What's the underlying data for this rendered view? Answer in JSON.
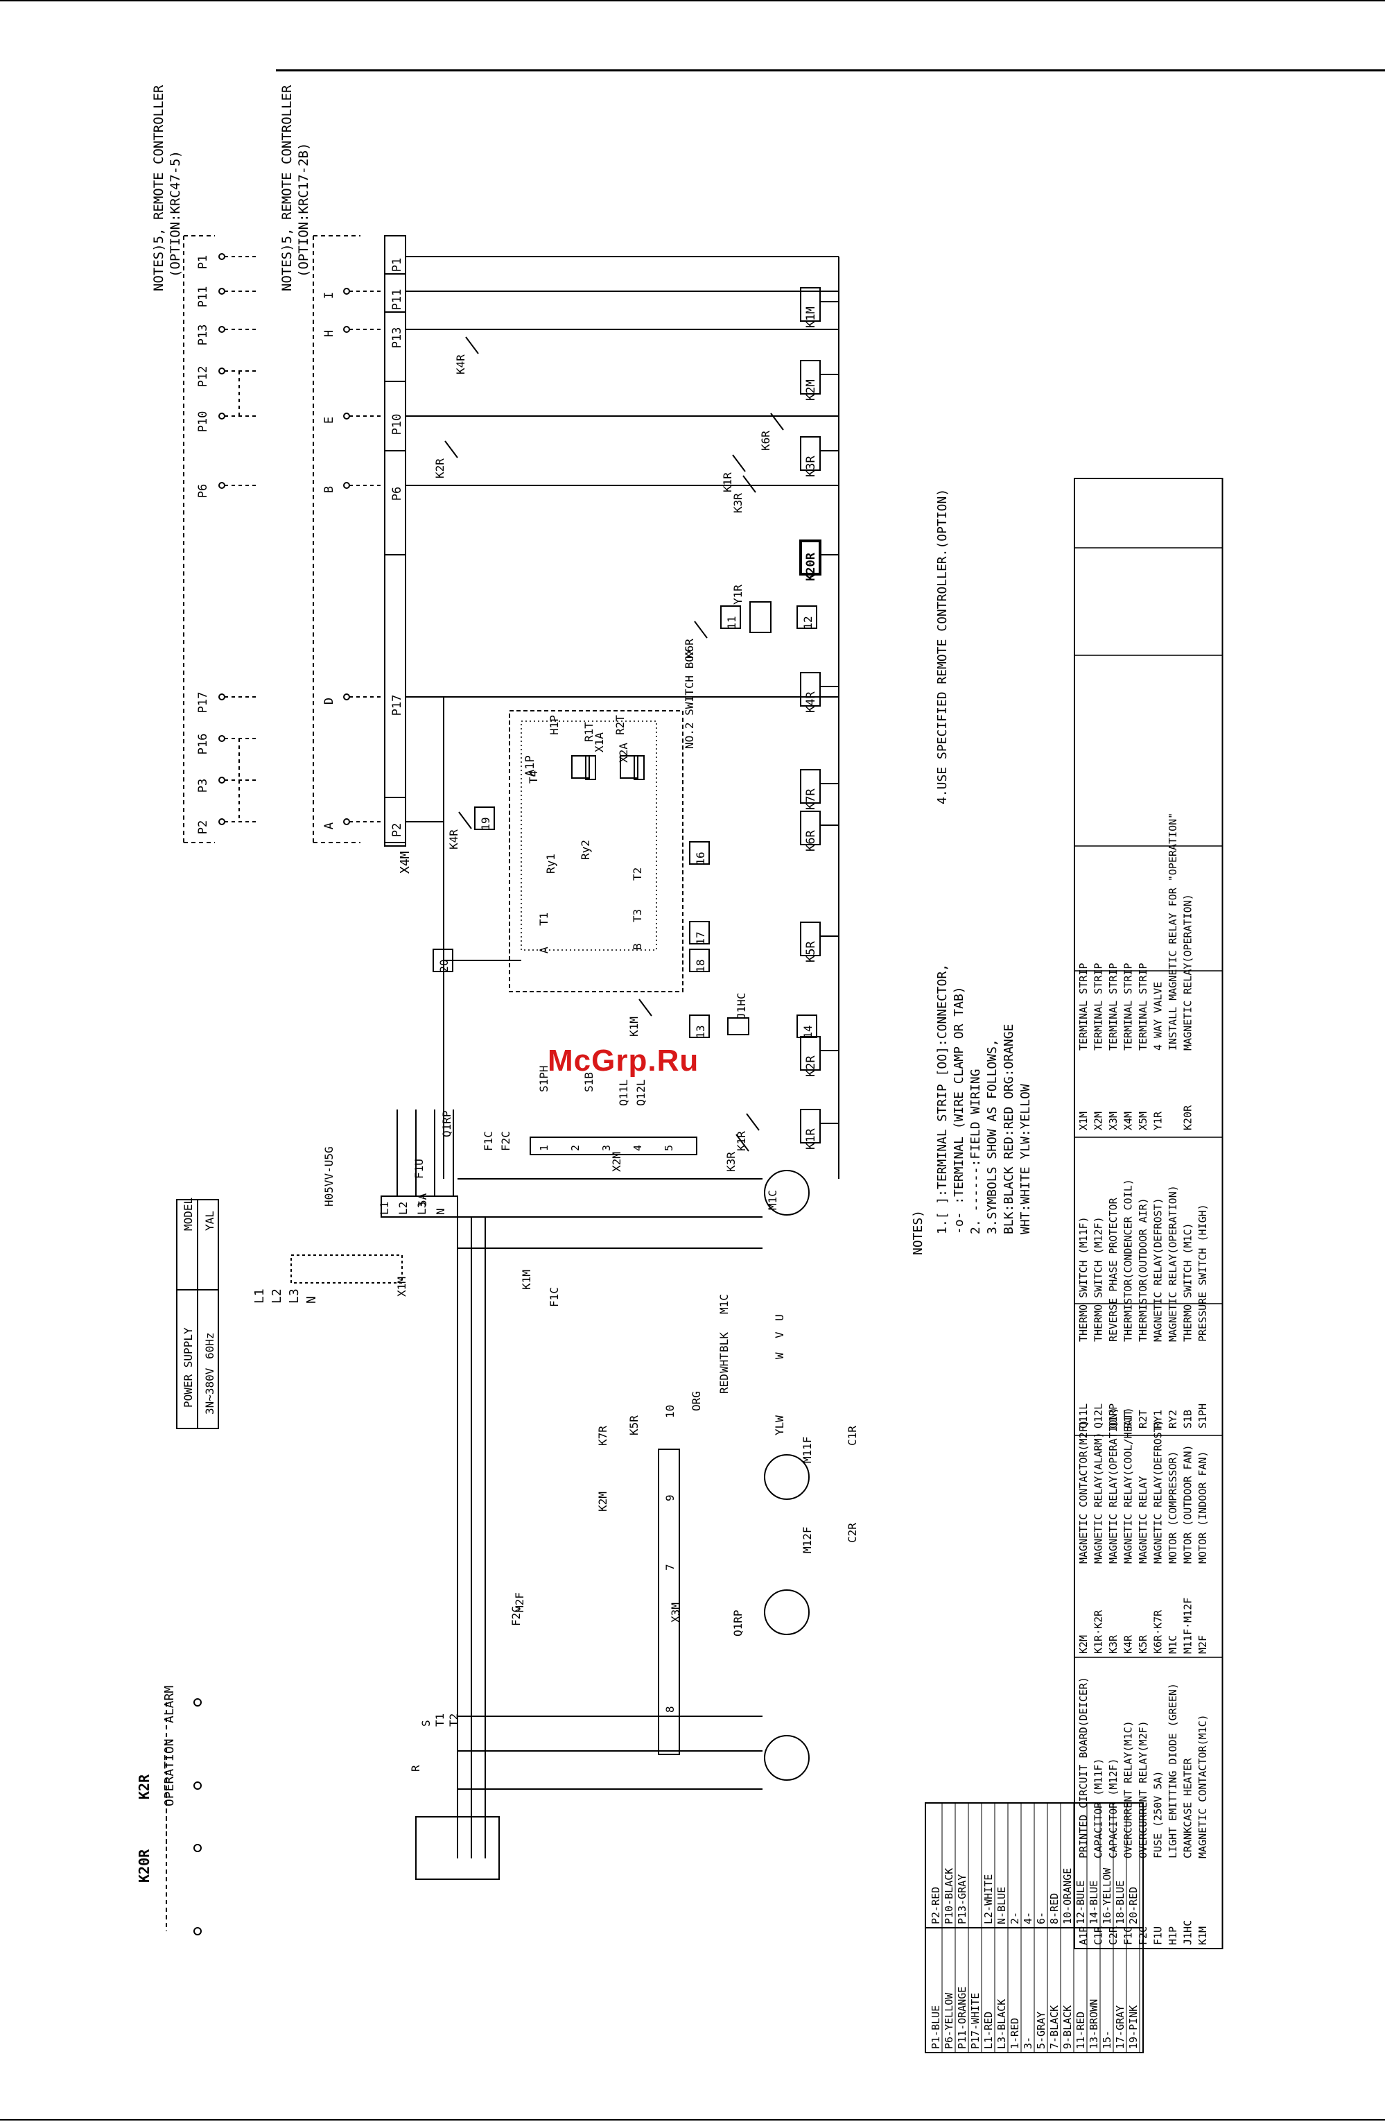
{
  "watermark": "McGrp.Ru",
  "diagram": {
    "remote_controller_notes": [
      {
        "line1": "NOTES)5, REMOTE CONTROLLER",
        "line2": "(OPTION:KRC47-5)"
      },
      {
        "line1": "NOTES)5, REMOTE CONTROLLER",
        "line2": "(OPTION:KRC17-2B)"
      }
    ],
    "remote_terminals_a": [
      "P2",
      "P3",
      "P16",
      "P17",
      "P6",
      "P10",
      "P12",
      "P13",
      "P11",
      "P1"
    ],
    "remote_terminals_b": [
      "A",
      "D",
      "B",
      "E",
      "H",
      "I"
    ],
    "x4m_strip": [
      "P2",
      "P17",
      "P6",
      "P10",
      "P13",
      "P11",
      "P1"
    ],
    "x4m_label": "X4M",
    "relay_labels": [
      "K1M",
      "K2M",
      "K3R",
      "K20R",
      "K4R",
      "K7R",
      "K6R",
      "K5R",
      "K2R",
      "K1R"
    ],
    "contact_labels": [
      "K4R",
      "K2R",
      "K1R",
      "K3R",
      "K6R",
      "K6R",
      "K4R",
      "K1M",
      "K3R",
      "K1R"
    ],
    "terminal_numbers": [
      "11",
      "12",
      "19",
      "16",
      "17",
      "18",
      "20",
      "13",
      "14"
    ],
    "pcb": {
      "label": "A1P",
      "switchbox": "NO.2 SWITCH BOX",
      "items": [
        "H1P",
        "T4",
        "X1A",
        "X2A",
        "R1T",
        "R2T",
        "Ry1",
        "Ry2",
        "T1",
        "T2",
        "T3",
        "A",
        "B"
      ]
    },
    "misc_labels": [
      "Y1R",
      "J1HC",
      "Q1RP",
      "F1C",
      "F2C",
      "S1PH",
      "S1B",
      "Q11L",
      "Q12L",
      "X2M",
      "F1U",
      "5A",
      "H05VV-U5G",
      "X1M",
      "K1M",
      "F1C",
      "M1C",
      "BLK",
      "WHT",
      "RED",
      "U",
      "V",
      "W",
      "X3M",
      "M11F",
      "M12F",
      "C1R",
      "C2R",
      "ORG",
      "YLW",
      "K7R",
      "K5R",
      "K2M",
      "F2C",
      "M2F",
      "Q1RP",
      "R",
      "S",
      "T1",
      "T2"
    ],
    "supply_terminals": [
      "L1",
      "L2",
      "L3",
      "N"
    ],
    "supply_lines": [
      "L1",
      "L2",
      "L3",
      "N"
    ],
    "x3m_terminals": [
      "8",
      "7",
      "9",
      "10"
    ],
    "x2m_terminals": [
      "1",
      "2",
      "3",
      "4",
      "5"
    ],
    "motor_label_m1c": "M1C",
    "outputs": [
      {
        "relay": "K20R",
        "label": "OPERATION"
      },
      {
        "relay": "K2R",
        "label": "ALARM"
      }
    ]
  },
  "power_table": {
    "headers": [
      "MODEL",
      "POWER SUPPLY"
    ],
    "rows": [
      [
        "YAL",
        "3N~380V",
        "60Hz"
      ]
    ]
  },
  "notes": {
    "title": "NOTES)",
    "items": [
      "1.[  ]:TERMINAL STRIP [OO]:CONNECTOR,",
      "  -o- :TERMINAL (WIRE CLAMP OR TAB)",
      "2. ------:FIELD WIRING",
      "3.SYMBOLS SHOW AS FOLLOWS,",
      "  BLK:BLACK RED:RED ORG:ORANGE",
      "  WHT:WHITE YLW:YELLOW"
    ],
    "item4": "4.USE SPECIFIED REMOTE CONTROLLER.(OPTION)"
  },
  "wire_colors": [
    [
      "P1-BLUE",
      "P2-RED"
    ],
    [
      "P6-YELLOW",
      "P10-BLACK"
    ],
    [
      "P11-ORANGE",
      "P13-GRAY"
    ],
    [
      "P17-WHITE",
      ""
    ],
    [
      "L1-RED",
      "L2-WHITE"
    ],
    [
      "L3-BLACK",
      "N-BLUE"
    ],
    [
      "1-RED",
      "2-"
    ],
    [
      "3-",
      "4-"
    ],
    [
      "5-GRAY",
      "6-"
    ],
    [
      "7-BLACK",
      "8-RED"
    ],
    [
      "9-BLACK",
      "10-ORANGE"
    ],
    [
      "11-RED",
      "12-BULE"
    ],
    [
      "13-BROWN",
      "14-BLUE"
    ],
    [
      "15-",
      "16-YELLOW"
    ],
    [
      "17-GRAY",
      "18-BLUE"
    ],
    [
      "19-PINK",
      "20-RED"
    ]
  ],
  "legend": [
    [
      "A1P",
      "PRINTED CIRCUIT BOARD(DEICER)",
      "K2M",
      "MAGNETIC CONTACTOR(M2F)",
      "Q11L",
      "THERMO SWITCH (M11F)",
      "X1M",
      "TERMINAL STRIP"
    ],
    [
      "C1R",
      "CAPACITOR (M11F)",
      "K1R·K2R",
      "MAGNETIC RELAY(ALARM)",
      "Q12L",
      "THERMO SWITCH (M12F)",
      "X2M",
      "TERMINAL STRIP"
    ],
    [
      "C2R",
      "CAPACITOR (M12F)",
      "K3R",
      "MAGNETIC RELAY(OPERATION)",
      "Q1RP",
      "REVERSE PHASE PROTECTOR",
      "X3M",
      "TERMINAL STRIP"
    ],
    [
      "F1C",
      "OVERCURRENT RELAY(M1C)",
      "K4R",
      "MAGNETIC RELAY(COOL/HEAT)",
      "R1T",
      "THERMISTOR(CONDENCER COIL)",
      "X4M",
      "TERMINAL STRIP"
    ],
    [
      "F2C",
      "OVERCURRENT RELAY(M2F)",
      "K5R",
      "MAGNETIC RELAY",
      "R2T",
      "THERMISTOR(OUTDOOR AIR)",
      "X5M",
      "TERMINAL STRIP"
    ],
    [
      "F1U",
      "FUSE (250V 5A)",
      "K6R·K7R",
      "MAGNETIC RELAY(DEFROST)",
      "RY1",
      "MAGNETIC RELAY(DEFROST)",
      "Y1R",
      "4 WAY VALVE"
    ],
    [
      "H1P",
      "LIGHT EMITTING DIODE (GREEN)",
      "M1C",
      "MOTOR (COMPRESSOR)",
      "RY2",
      "MAGNETIC RELAY(OPERATION)",
      "",
      ""
    ],
    [
      "J1HC",
      "CRANKCASE HEATER",
      "M11F·M12F",
      "MOTOR (OUTDOOR FAN)",
      "S1B",
      "THERMO SWITCH (M1C)",
      "K20R",
      "MAGNETIC RELAY(OPERATION)"
    ],
    [
      "K1M",
      "MAGNETIC CONTACTOR(M1C)",
      "M2F",
      "MOTOR (INDOOR FAN)",
      "S1PH",
      "PRESSURE SWITCH (HIGH)",
      "",
      ""
    ]
  ],
  "legend_note": "INSTALL MAGNETIC RELAY FOR \"OPERATION\""
}
